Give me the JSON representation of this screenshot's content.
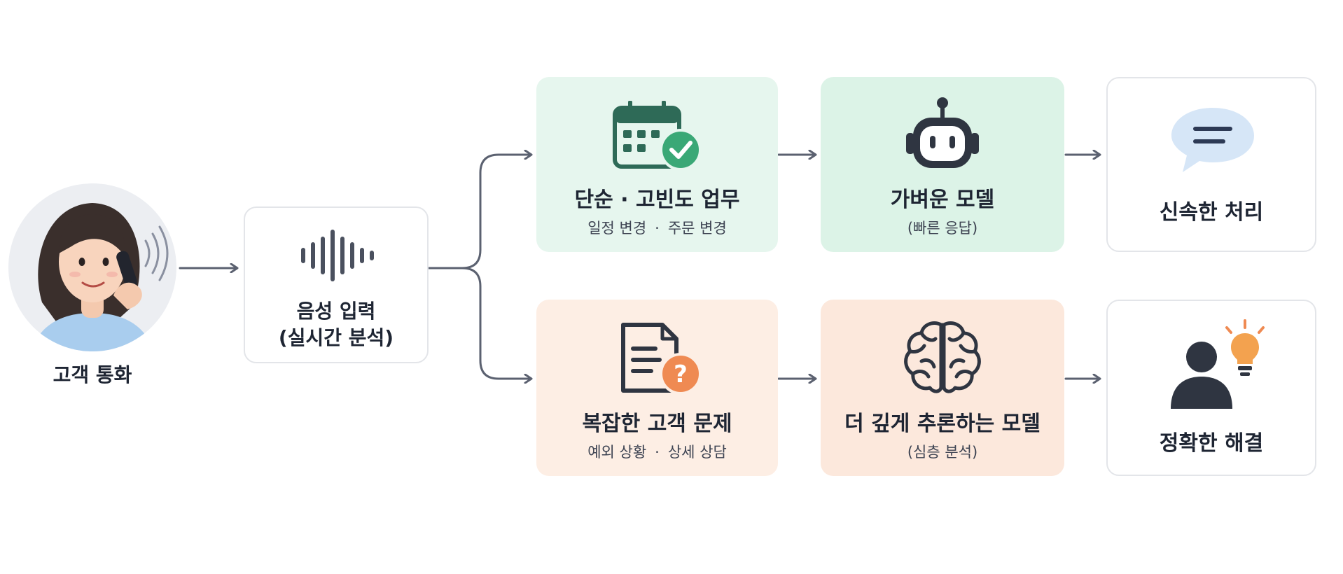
{
  "customer": {
    "label": "고객 통화",
    "icon": "customer-phone-icon"
  },
  "voice": {
    "line1": "음성 입력",
    "line2": "(실시간 분석)",
    "icon": "sound-wave-icon"
  },
  "simple_task": {
    "title": "단순 · 고빈도 업무",
    "examples": [
      "일정 변경",
      "주문 변경"
    ],
    "icon": "calendar-check-icon",
    "color": "#e6f6ee"
  },
  "light_model": {
    "title": "가벼운 모델",
    "subtitle": "(빠른 응답)",
    "icon": "robot-icon",
    "color": "#dcf3e7"
  },
  "fast_result": {
    "title": "신속한 처리",
    "icon": "chat-bubble-icon"
  },
  "complex_task": {
    "title": "복잡한 고객 문제",
    "examples": [
      "예외 상황",
      "상세 상담"
    ],
    "icon": "document-question-icon",
    "color": "#fdeee4"
  },
  "deep_model": {
    "title": "더 깊게 추론하는 모델",
    "subtitle": "(심층 분석)",
    "icon": "brain-icon",
    "color": "#fce8dc"
  },
  "accurate_result": {
    "title": "정확한 해결",
    "icon": "person-lightbulb-icon"
  },
  "separator": "·",
  "colors": {
    "arrow": "#5b6170",
    "green_accent": "#3aa876",
    "orange_accent": "#ef8a52",
    "dark": "#2f3541"
  }
}
